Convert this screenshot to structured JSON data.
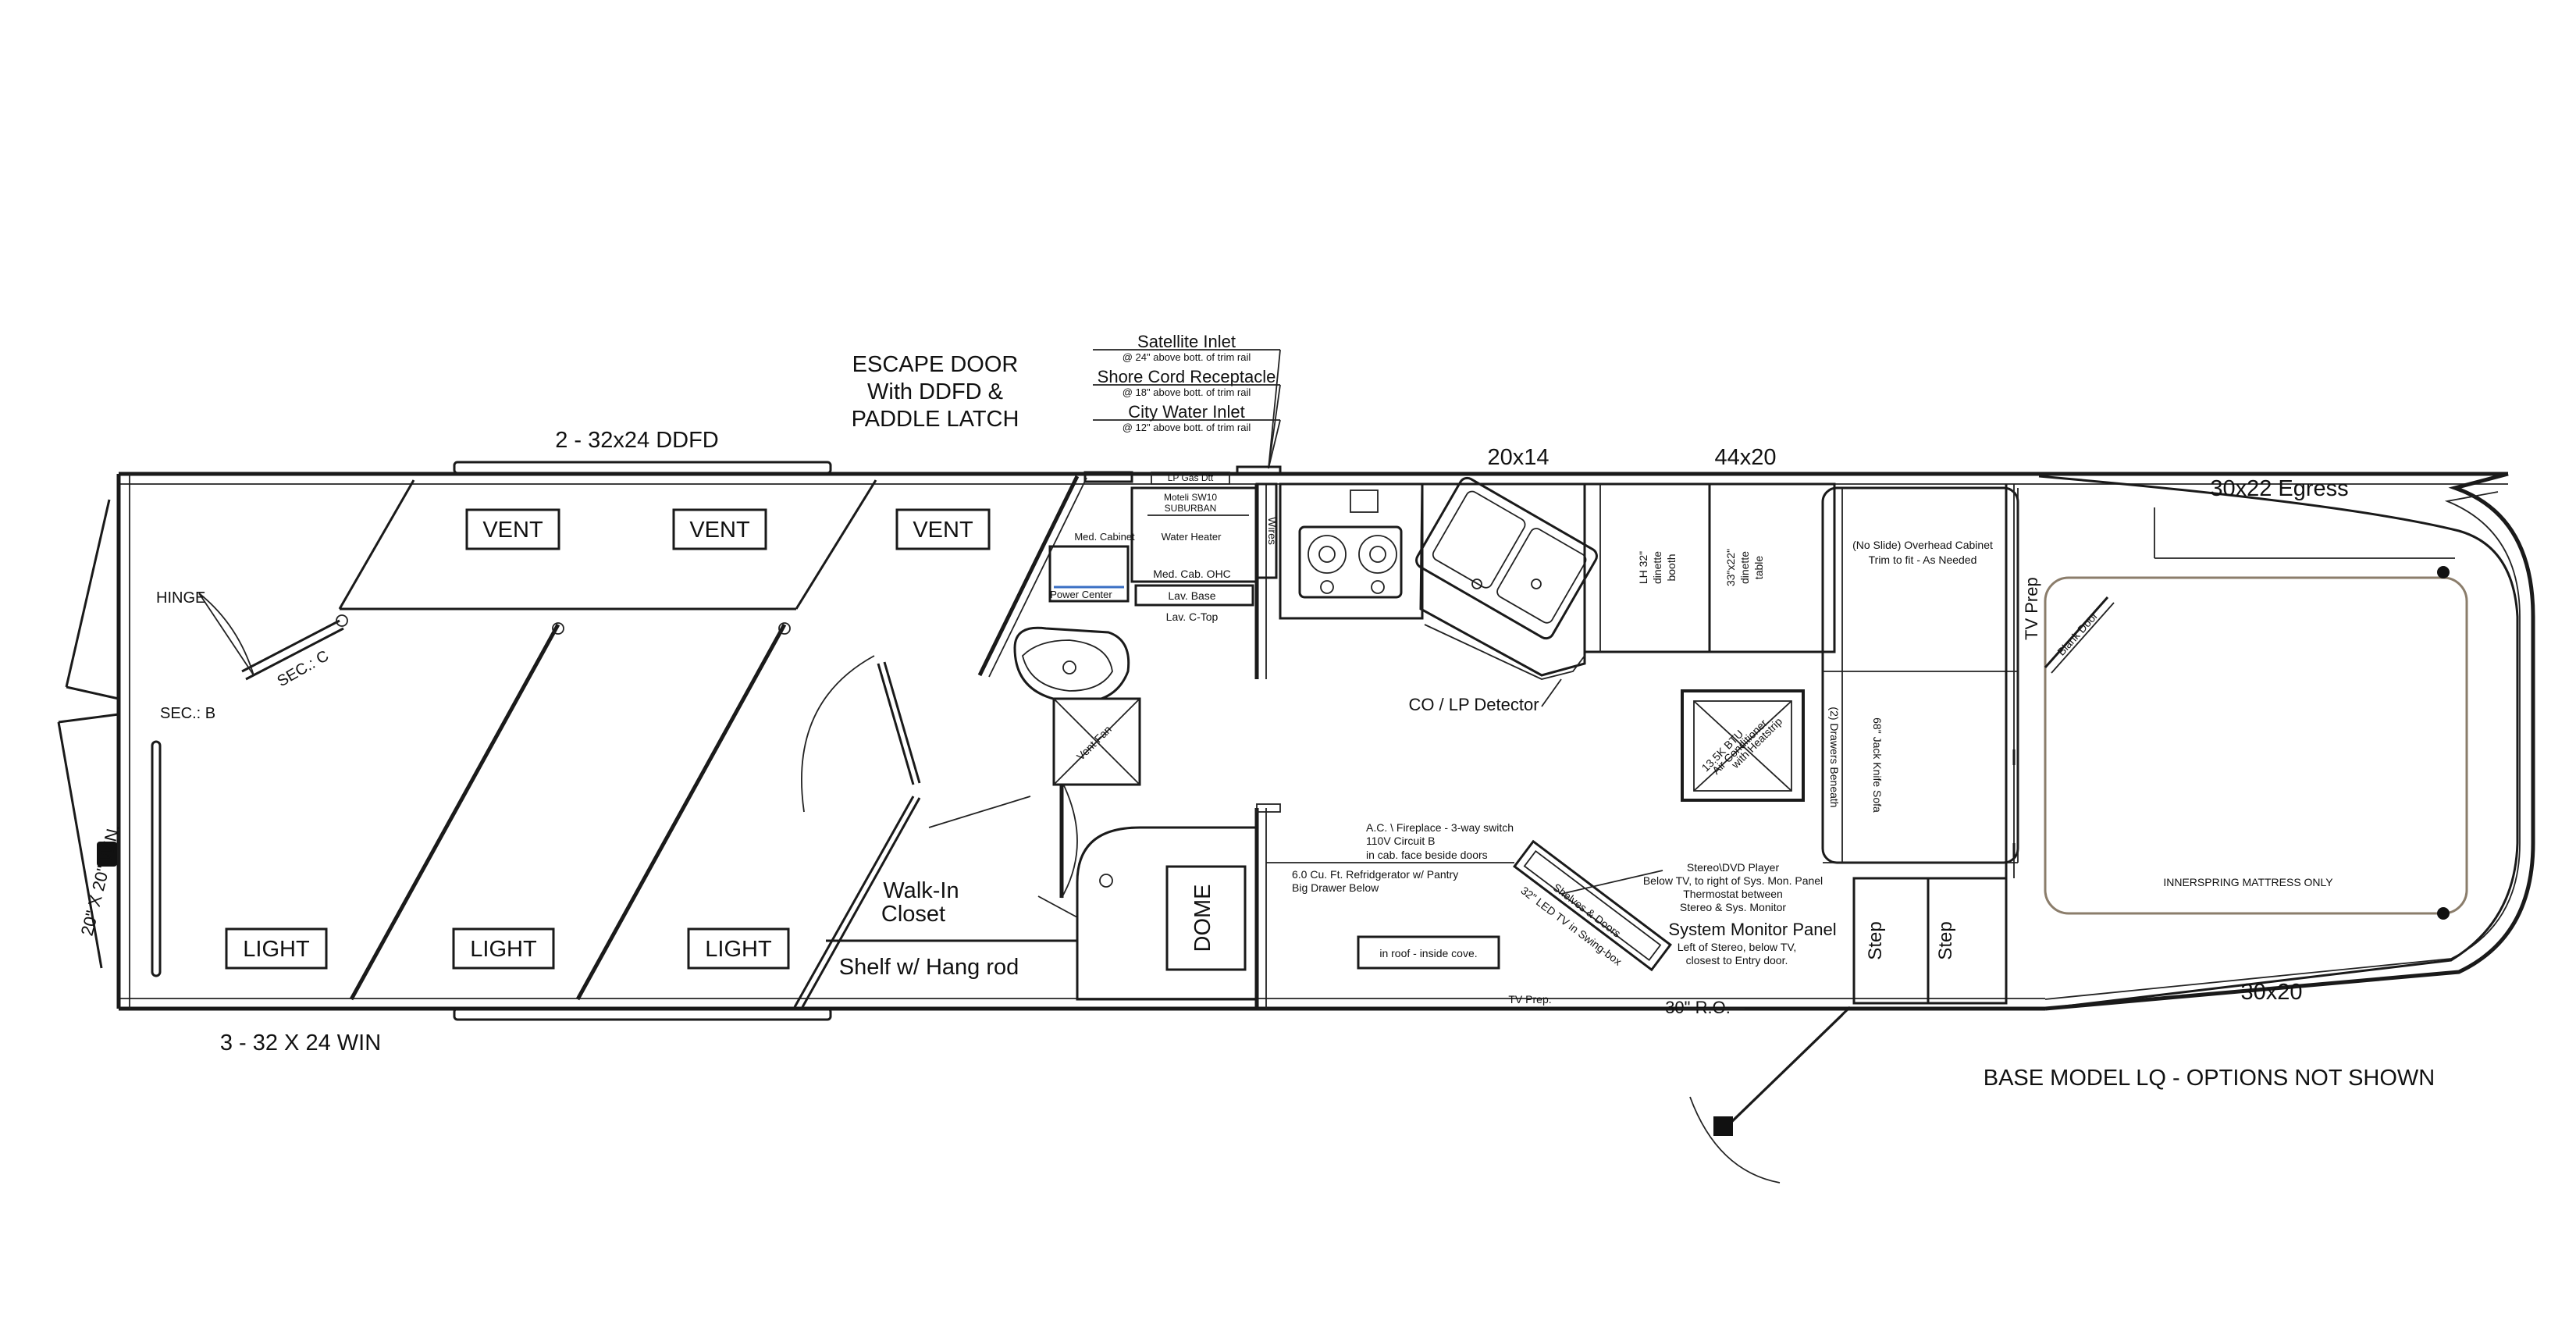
{
  "labels": {
    "satellite_inlet": "Satellite Inlet",
    "satellite_note": "@ 24\" above bott. of trim rail",
    "shore_cord": "Shore Cord Receptacle",
    "shore_note": "@ 18\" above bott. of trim rail",
    "city_water": "City Water Inlet",
    "city_note": "@ 12\" above bott. of trim rail",
    "escape_door_1": "ESCAPE DOOR",
    "escape_door_2": "With DDFD &",
    "escape_door_3": "PADDLE LATCH",
    "ddfd": "2 - 32x24 DDFD",
    "win_20x14": "20x14",
    "win_44x20": "44x20",
    "egress": "30x22 Egress",
    "hinge": "HINGE",
    "sec_b": "SEC.: B",
    "sec_c": "SEC.: C",
    "side_win": "20\" X 20\" WIN.",
    "vent": "VENT",
    "light": "LIGHT",
    "walk_in_1": "Walk-In",
    "walk_in_2": "Closet",
    "shelf": "Shelf w/ Hang rod",
    "dome": "DOME",
    "win_bottom": "3 - 32 X 24 WIN",
    "lp_gas": "LP Gas Dtt",
    "suburban_1": "Moteli SW10",
    "suburban_2": "SUBURBAN",
    "med_cabinet": "Med. Cabinet",
    "water_heater": "Water Heater",
    "power_center": "Power Center",
    "med_cab_ohc": "Med. Cab. OHC",
    "lav_base": "Lav. Base",
    "lav_ctop": "Lav. C-Top",
    "wires": "Wires",
    "vent_fan": "Vent Fan",
    "co_lp": "CO / LP Detector",
    "dinette_booth_1": "LH 32\"",
    "dinette_booth_2": "dinette",
    "dinette_booth_3": "booth",
    "dinette_table_1": "33\"x22\"",
    "dinette_table_2": "dinette",
    "dinette_table_3": "table",
    "overhead_1": "(No Slide) Overhead Cabinet",
    "overhead_2": "Trim to fit - As Needed",
    "ac_1": "13.5K BTU",
    "ac_2": "Air Conditioner",
    "ac_3": "with Heatstrip",
    "drawers": "(2) Drawers Beneath",
    "sofa": "68\" Jack Knife Sofa",
    "tv_prep_v": "TV Prep",
    "blank_door": "Blank Door",
    "mattress": "INNERSPRING MATTRESS ONLY",
    "fireplace_1": "A.C. \\ Fireplace - 3-way switch",
    "fireplace_2": "110V Circuit B",
    "fireplace_3": "in cab. face beside doors",
    "fridge_1": "6.0 Cu. Ft. Refridgerator w/ Pantry",
    "fridge_2": "Big Drawer Below",
    "in_roof": "in roof - inside cove.",
    "tv_prep_bottom": "TV Prep.",
    "stereo_1": "Stereo\\DVD Player",
    "stereo_2": "Below TV, to right of Sys. Mon. Panel",
    "stereo_3": "Thermostat between",
    "stereo_4": "Stereo & Sys. Monitor",
    "sys_monitor": "System Monitor Panel",
    "sys_monitor_2": "Left of Stereo, below TV,",
    "sys_monitor_3": "closest to Entry door.",
    "shelves_1": "Shelves & Doors",
    "shelves_2": "32\" LED TV in Swing-box",
    "ro": "30\" R.O.",
    "step": "Step",
    "win_30x20": "30x20",
    "footer": "BASE MODEL LQ - OPTIONS NOT SHOWN"
  }
}
